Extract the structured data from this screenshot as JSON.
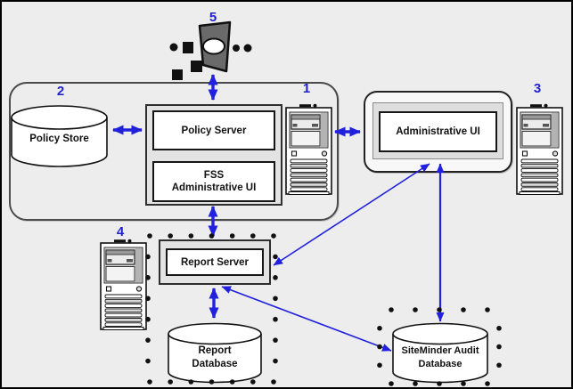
{
  "callouts": {
    "policy_server_host": "1",
    "policy_store": "2",
    "admin_ui_host": "3",
    "report_server_host": "4",
    "web_agent": "5"
  },
  "nodes": {
    "policy_store": {
      "label": "Policy Store"
    },
    "policy_server": {
      "label": "Policy Server"
    },
    "fss_admin_ui": {
      "line1": "FSS",
      "line2": "Administrative UI"
    },
    "admin_ui": {
      "label": "Administrative UI"
    },
    "report_server": {
      "label": "Report Server"
    },
    "report_database": {
      "line1": "Report",
      "line2": "Database"
    },
    "siteminder_audit_database": {
      "line1": "SiteMinder Audit",
      "line2": "Database"
    }
  },
  "icons": {
    "web_agent": "web-agent-icon",
    "computer_tower": "computer-tower-icon",
    "database_cylinder": "database-cylinder-icon"
  },
  "colors": {
    "arrow_blue": "#2020dd",
    "callout_blue": "#2222cc",
    "background": "#ededed",
    "panel_gray": "#e3e3e3"
  }
}
